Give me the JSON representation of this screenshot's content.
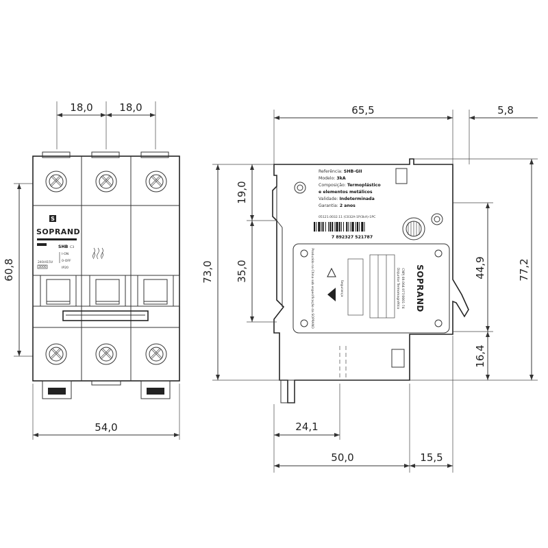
{
  "front_view": {
    "dim_pole_1": "18,0",
    "dim_pole_2": "18,0",
    "dim_height": "60,8",
    "dim_width": "54,0",
    "brand": "SOPRAND",
    "model_label": "SHB",
    "model_sub": "C3",
    "on_label": "I-ON",
    "off_label": "0-OFF",
    "rating_text": "240/415V",
    "rating_class": "3000",
    "ip_text": "IP20"
  },
  "side_view": {
    "dim_depth": "65,5",
    "dim_offset": "5,8",
    "dim_upper": "19,0",
    "dim_mid": "35,0",
    "dim_total_height": "73,0",
    "dim_right_mid": "44,9",
    "dim_right_total": "77,2",
    "dim_right_low": "16,4",
    "dim_rail": "24,1",
    "dim_bottom": "50,0",
    "dim_bottom_right": "15,5",
    "label_lines": [
      {
        "k": "Referência:",
        "v": "SHB-GII"
      },
      {
        "k": "Modelo:",
        "v": "3kA"
      },
      {
        "k": "Composição:",
        "v": "Termoplástico"
      },
      {
        "k": "",
        "v": "e elementos metálicos"
      },
      {
        "k": "Validade:",
        "v": "Indeterminada"
      },
      {
        "k": "Garantia:",
        "v": "2 anos"
      }
    ],
    "code_line": "05121.0032.11 (C032A-1P/3kA)-1PC",
    "barcode_digits": "7 892327 521787",
    "sticker_brand": "SOPRAND",
    "sticker_lines": [
      "CNPJ 69.064.977/0001-74",
      "Disjuntor Termomagnético",
      "Segurança"
    ],
    "made_in": "Produzido na China sob especificação da SOPRAND"
  }
}
